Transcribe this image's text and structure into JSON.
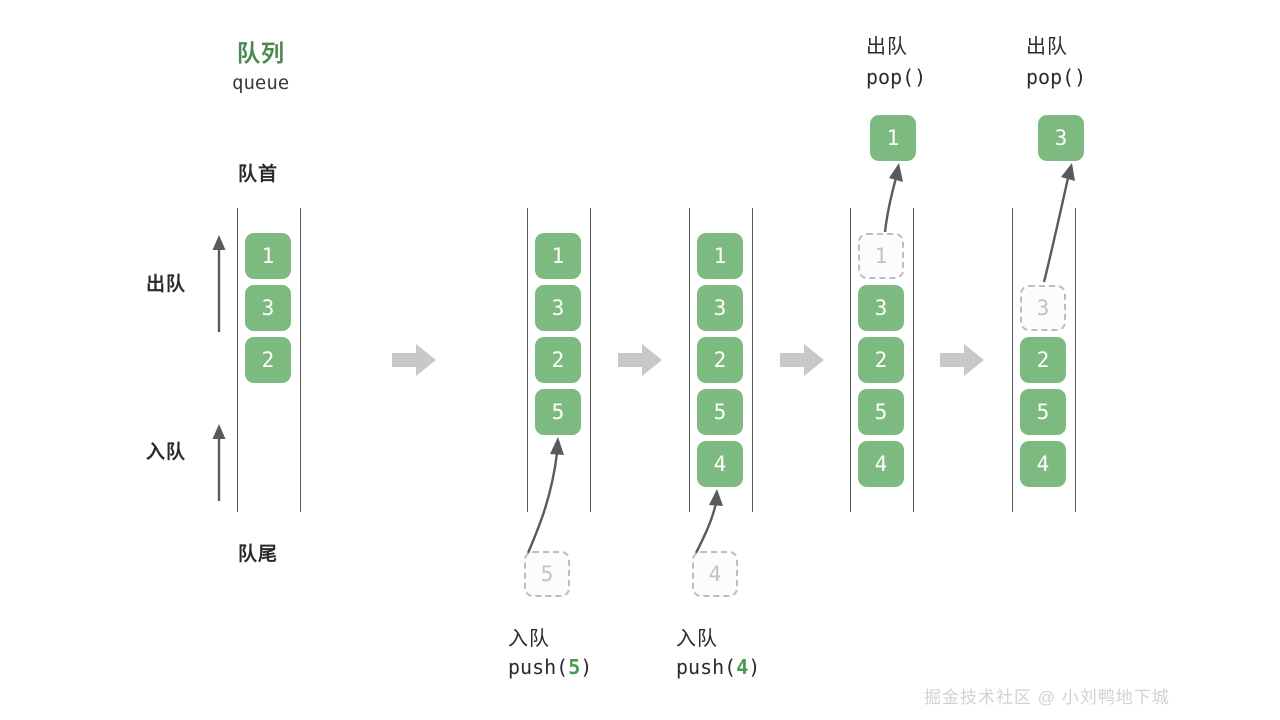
{
  "diagram": {
    "title_cn": "队列",
    "title_en": "queue",
    "head_label": "队首",
    "tail_label": "队尾",
    "dequeue_label": "出队",
    "enqueue_label": "入队",
    "accent_color": "#4a8a4f",
    "box_color": "#7cba7f",
    "ghost_color": "#bdbdbd",
    "arrow_color": "#5a5a5a",
    "separator_color": "#c8c8c8"
  },
  "stages": [
    {
      "id": "stage-initial",
      "values": [
        "1",
        "3",
        "2"
      ],
      "ghost": null,
      "op_cn": null,
      "op_code": null
    },
    {
      "id": "stage-push-5",
      "values": [
        "1",
        "3",
        "2",
        "5"
      ],
      "ghost": "5",
      "op_cn": "入队",
      "op_code_prefix": "push(",
      "op_code_num": "5",
      "op_code_suffix": ")"
    },
    {
      "id": "stage-push-4",
      "values": [
        "1",
        "3",
        "2",
        "5",
        "4"
      ],
      "ghost": "4",
      "op_cn": "入队",
      "op_code_prefix": "push(",
      "op_code_num": "4",
      "op_code_suffix": ")"
    },
    {
      "id": "stage-pop-1",
      "values": [
        "3",
        "2",
        "5",
        "4"
      ],
      "ghost": "1",
      "popped": "1",
      "op_cn": "出队",
      "op_code_prefix": "pop(",
      "op_code_num": "",
      "op_code_suffix": ")"
    },
    {
      "id": "stage-pop-3",
      "values": [
        "2",
        "5",
        "4"
      ],
      "ghost": "3",
      "popped": "3",
      "op_cn": "出队",
      "op_code_prefix": "pop(",
      "op_code_num": "",
      "op_code_suffix": ")"
    }
  ],
  "separators": [
    "arrow-1",
    "arrow-2",
    "arrow-3",
    "arrow-4"
  ],
  "watermark": "掘金技术社区 @ 小刘鸭地下城"
}
